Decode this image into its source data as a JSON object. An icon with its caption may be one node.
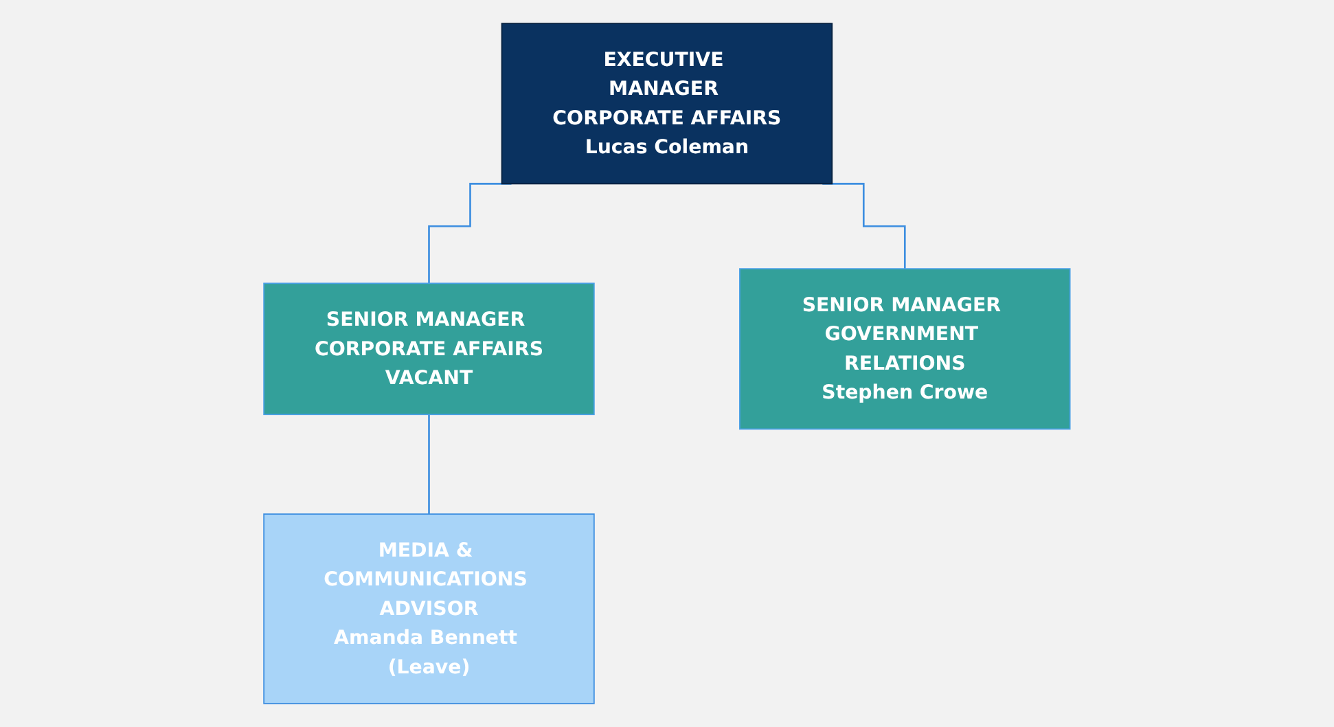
{
  "diagram": {
    "nodes": [
      {
        "text": [
          "EXECUTIVE MANAGER CORPORATE AFFAIRS",
          "Lucas Coleman"
        ]
      },
      {
        "text": [
          "SENIOR MANAGER CORPORATE AFFAIRS",
          "VACANT"
        ]
      },
      {
        "text": [
          "SENIOR MANAGER GOVERNMENT RELATIONS",
          "Stephen Crowe"
        ]
      },
      {
        "text": [
          "MEDIA & COMMUNICATIONS ADVISOR",
          "Amanda Bennett (Leave)"
        ]
      }
    ],
    "edges": [
      {
        "from": 0,
        "to": 1,
        "arrow": "none"
      },
      {
        "from": 0,
        "to": 2,
        "arrow": "none"
      },
      {
        "from": 1,
        "to": 3,
        "arrow": "none"
      }
    ]
  }
}
